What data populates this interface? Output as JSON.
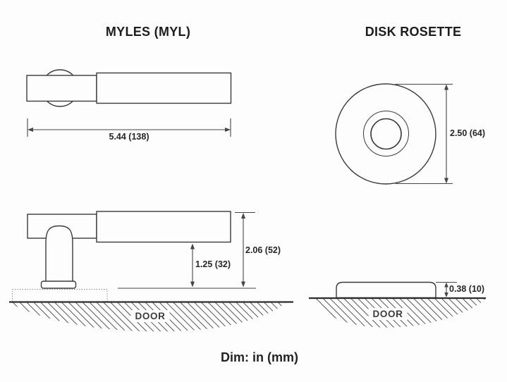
{
  "drawing": {
    "lever": {
      "title": "MYLES (MYL)",
      "length_dim": "5.44 (138)",
      "overall_height_dim": "2.06 (52)",
      "grip_clearance_dim": "1.25 (32)",
      "door_label": "DOOR"
    },
    "rosette": {
      "title": "DISK ROSETTE",
      "diameter_dim": "2.50 (64)",
      "thickness_dim": "0.38 (10)",
      "door_label": "DOOR"
    },
    "footer_note": "Dim: in (mm)",
    "colors": {
      "line": "#3a3a3a",
      "door_line": "#2d2d2d",
      "hatch": "#565656",
      "text": "#1f1f1f",
      "background": "#fdfdfd"
    }
  }
}
